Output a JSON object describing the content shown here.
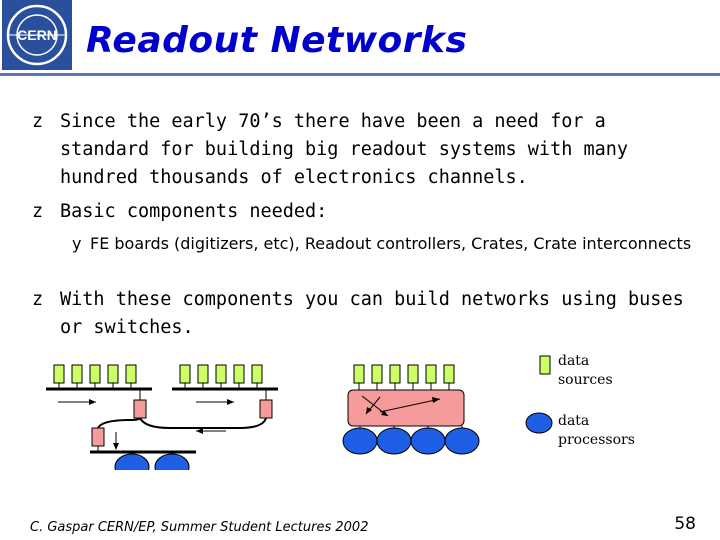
{
  "logo": {
    "text": "CERN"
  },
  "title": "Readout Networks",
  "bullets": [
    {
      "marker": "z",
      "text": "Since the early 70’s there have been a need for a standard for building big readout systems with many hundred thousands of electronics channels."
    },
    {
      "marker": "z",
      "text": "Basic components needed:"
    },
    {
      "marker": "y",
      "text": "FE boards (digitizers, etc), Readout controllers, Crates, Crate interconnects"
    },
    {
      "marker": "z",
      "text": "With these components you can build networks using buses or switches."
    }
  ],
  "legend": {
    "sources_label": "data sources",
    "processors_label": "data processors",
    "source_color": "#ccff66",
    "processor_color": "#1e5fe6",
    "switch_color": "#f59b9b",
    "controller_color": "#f59b9b"
  },
  "footer": "C. Gaspar CERN/EP, Summer Student Lectures 2002",
  "page_number": "58"
}
